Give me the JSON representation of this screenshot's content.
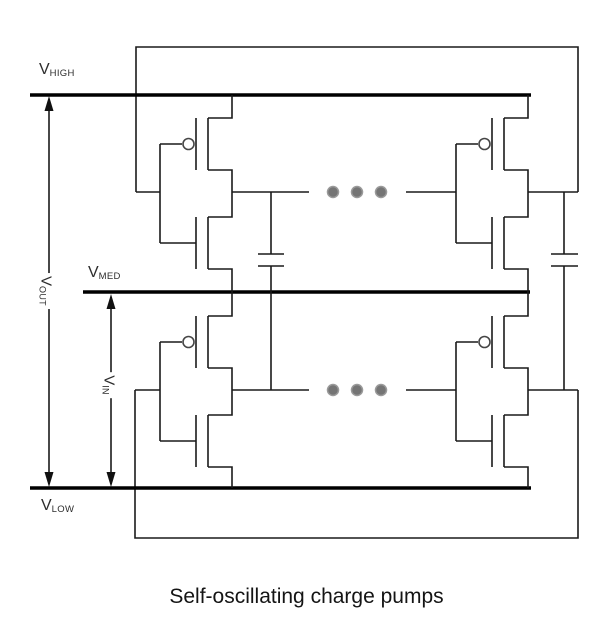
{
  "diagram": {
    "caption": "Self-oscillating charge pumps",
    "rails": {
      "vhigh": {
        "base": "V",
        "sub": "HIGH"
      },
      "vmed": {
        "base": "V",
        "sub": "MED"
      },
      "vlow": {
        "base": "V",
        "sub": "LOW"
      }
    },
    "measures": {
      "vout": {
        "base": "V",
        "sub": "OUT"
      },
      "vin": {
        "base": "V",
        "sub": "IN"
      }
    },
    "structure": {
      "inverter_stages_visible": 4,
      "coupling_capacitors": 2,
      "ellipsis_rows": 2,
      "ellipsis_dots_per_row": 3
    },
    "colors": {
      "line": "#1a1a1a",
      "rail": "#000000",
      "dot_fill": "#757575",
      "background": "#ffffff"
    }
  }
}
